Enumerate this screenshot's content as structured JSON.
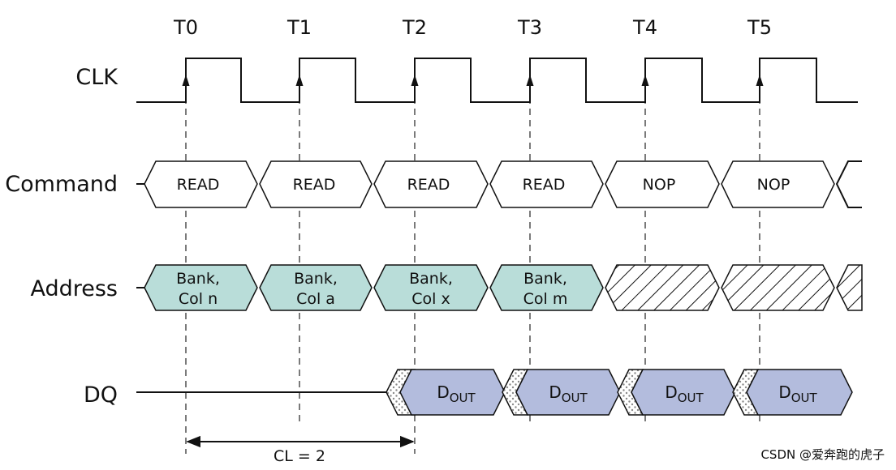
{
  "signals": {
    "clk": "CLK",
    "command": "Command",
    "address": "Address",
    "dq": "DQ"
  },
  "time_labels": [
    "T0",
    "T1",
    "T2",
    "T3",
    "T4",
    "T5"
  ],
  "command_cells": [
    "READ",
    "READ",
    "READ",
    "READ",
    "NOP",
    "NOP"
  ],
  "address_cells": [
    {
      "line1": "Bank,",
      "line2": "Col n"
    },
    {
      "line1": "Bank,",
      "line2": "Col a"
    },
    {
      "line1": "Bank,",
      "line2": "Col x"
    },
    {
      "line1": "Bank,",
      "line2": "Col m"
    }
  ],
  "dq_cells": [
    {
      "main": "D",
      "sub": "OUT"
    },
    {
      "main": "D",
      "sub": "OUT"
    },
    {
      "main": "D",
      "sub": "OUT"
    },
    {
      "main": "D",
      "sub": "OUT"
    }
  ],
  "latency": {
    "label": "CL = 2"
  },
  "watermark": "CSDN @爱奔跑的虎子",
  "colors": {
    "address_fill": "#b9ddd9",
    "dq_fill": "#b3bcdd",
    "line": "#111111"
  }
}
